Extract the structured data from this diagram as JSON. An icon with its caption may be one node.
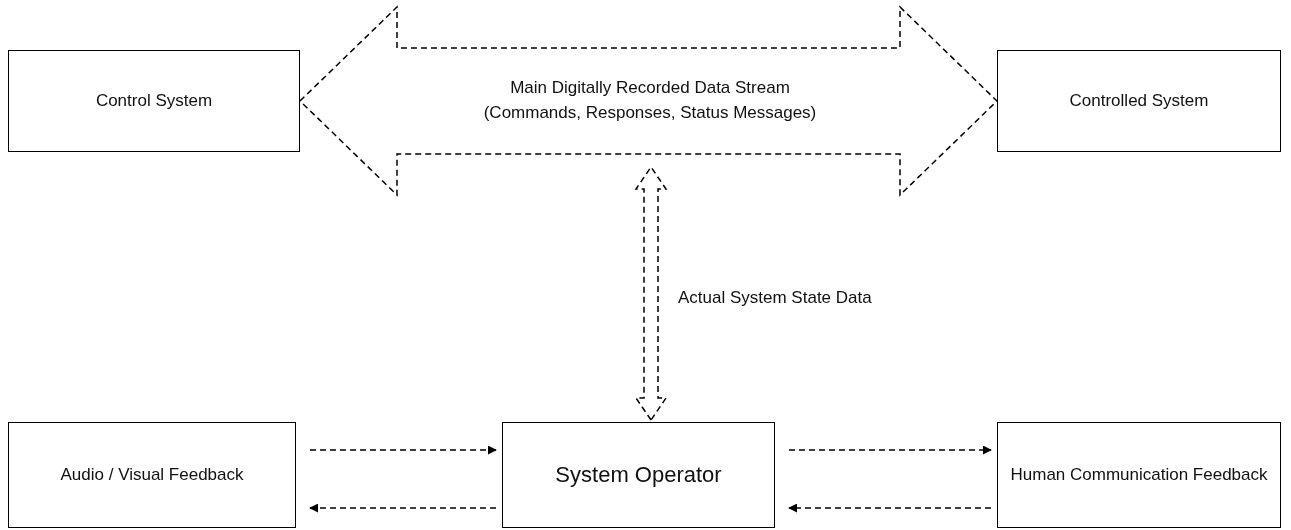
{
  "diagram": {
    "nodes": [
      {
        "text": [
          "Control System"
        ]
      },
      {
        "text": [
          "Controlled System"
        ]
      },
      {
        "text": [
          "Audio / Visual Feedback"
        ]
      },
      {
        "text": [
          "System Operator"
        ]
      },
      {
        "text": [
          "Human Communication Feedback"
        ]
      }
    ],
    "edges": [
      {
        "from": 0,
        "to": 1,
        "arrow": "both",
        "style": "thick",
        "label": "Main Digitally Recorded Data Stream (Commands, Responses, Status Messages)"
      },
      {
        "from": 3,
        "to": null,
        "arrow": "both",
        "style": "thick",
        "label": "Actual System State Data"
      },
      {
        "from": 2,
        "to": 3,
        "arrow": "to",
        "style": "dashed"
      },
      {
        "from": 3,
        "to": 2,
        "arrow": "to",
        "style": "dashed"
      },
      {
        "from": 3,
        "to": 4,
        "arrow": "to",
        "style": "dashed"
      },
      {
        "from": 4,
        "to": 3,
        "arrow": "to",
        "style": "dashed"
      }
    ]
  }
}
